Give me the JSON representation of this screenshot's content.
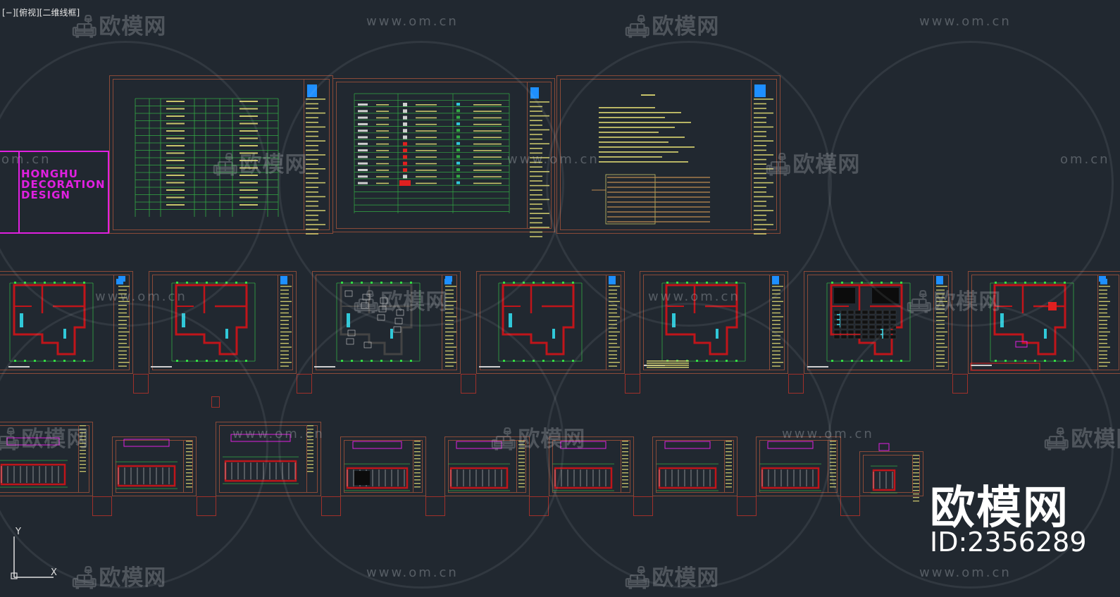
{
  "viewport": {
    "label": "[−][俯视][二维线框]"
  },
  "watermark": {
    "logo_text": "欧模网",
    "url_text": "www.om.cn",
    "url_fragment": "om.cn",
    "big_logo": "欧模网",
    "id_text": "ID:2356289"
  },
  "cover": {
    "brand_line1": "HONGHU",
    "brand_line2": "DECORATION",
    "brand_line3": "DESIGN",
    "left_fragment": "om.cn"
  },
  "ucs": {
    "y_label": "Y",
    "x_label": "X"
  },
  "colors": {
    "background": "#212830",
    "sheet_border": "#8a4a38",
    "wall": "#c0151a",
    "text_yellow": "#c8c46a",
    "accent_blue": "#1e8fff",
    "magenta": "#e020e0",
    "green": "#33dd44"
  }
}
